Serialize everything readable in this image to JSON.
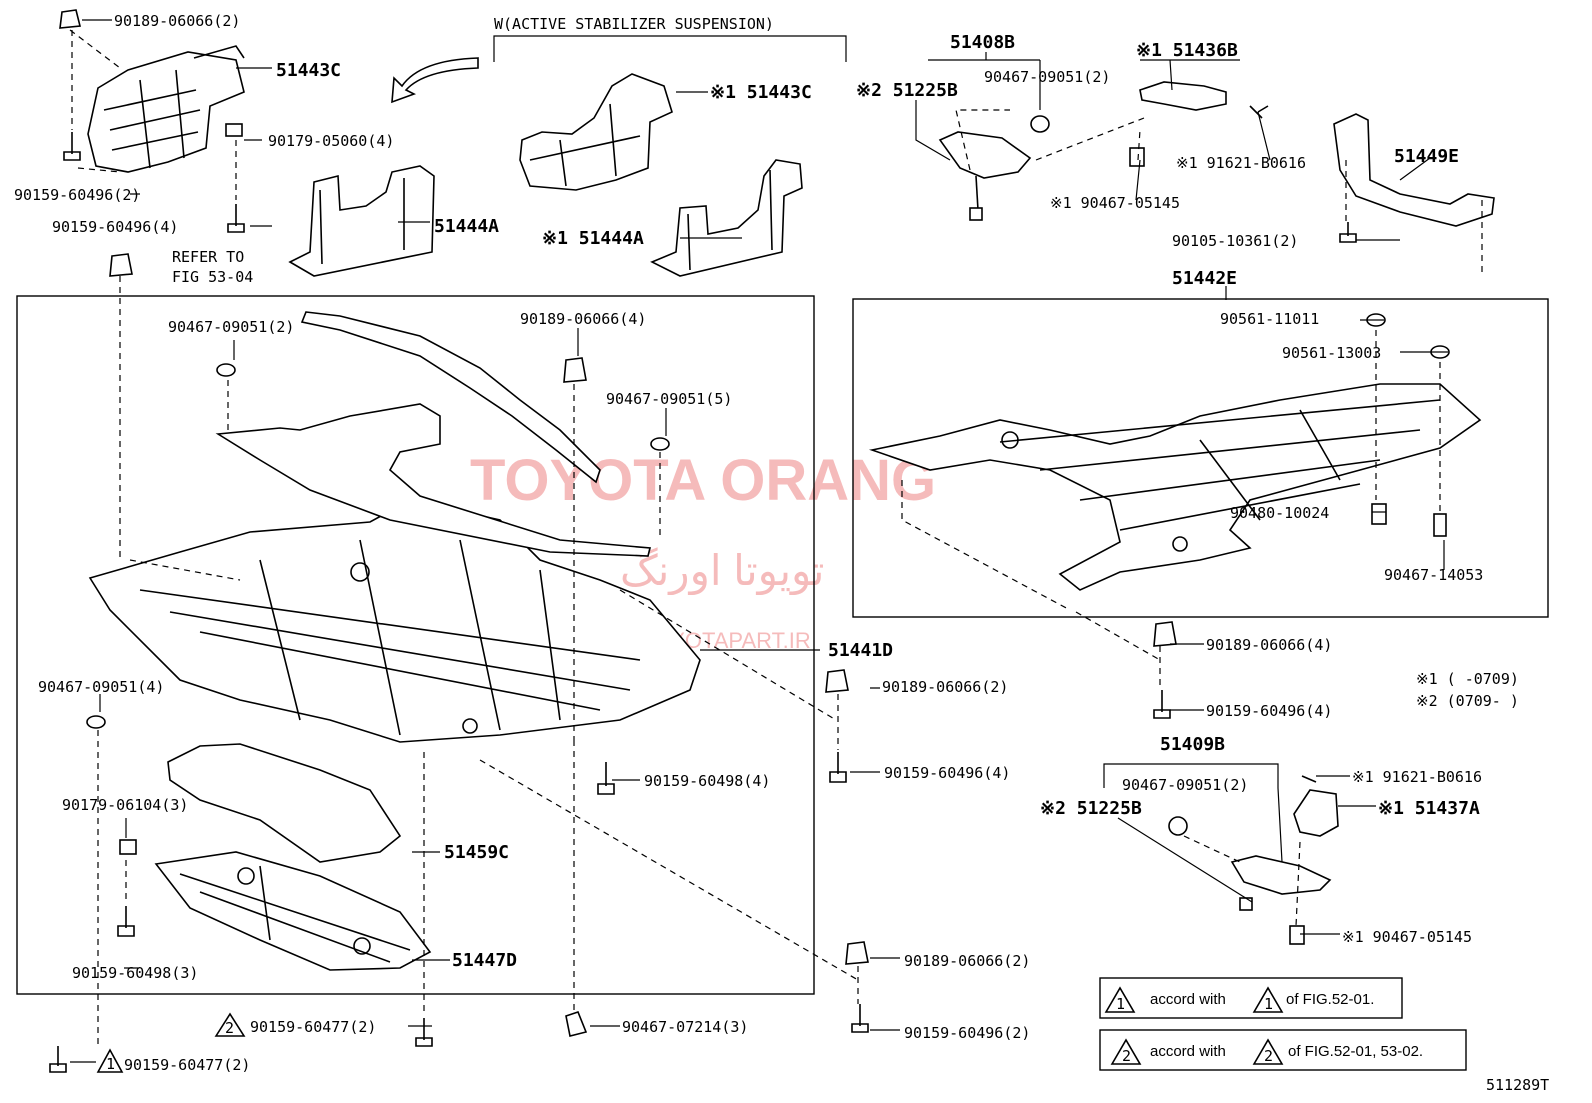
{
  "watermark": {
    "main": "TOYOTA ORANG",
    "persian": "تویوتا اورنگ",
    "site": "TOYOTAPART.IR",
    "color": "#f2a0a0"
  },
  "header": {
    "variant_note": "W(ACTIVE STABILIZER SUSPENSION)"
  },
  "refer": {
    "line1": "REFER TO",
    "line2": "FIG 53-04"
  },
  "labels": {
    "l_90189_06066_2_top": "90189-06066(2)",
    "l_51443C": "51443C",
    "l_90179_05060": "90179-05060(4)",
    "l_90159_60496_2": "90159-60496(2)",
    "l_90159_60496_4a": "90159-60496(4)",
    "l_51444A": "51444A",
    "l_x1_51443C": "※1 51443C",
    "l_x1_51444A": "※1 51444A",
    "l_51408B": "51408B",
    "l_x2_51225B_top": "※2 51225B",
    "l_90467_09051_2_top": "90467-09051(2)",
    "l_x1_51436B": "※1 51436B",
    "l_x1_91621_top": "※1 91621-B0616",
    "l_x1_90467_05145_top": "※1 90467-05145",
    "l_51449E": "51449E",
    "l_90105_10361": "90105-10361(2)",
    "l_51442E": "51442E",
    "l_90561_11011": "90561-11011",
    "l_90561_13003": "90561-13003",
    "l_90480_10024": "90480-10024",
    "l_90467_14053": "90467-14053",
    "l_90467_09051_2_left": "90467-09051(2)",
    "l_90189_06066_4_mid": "90189-06066(4)",
    "l_90467_09051_5": "90467-09051(5)",
    "l_51441D": "51441D",
    "l_90467_09051_4": "90467-09051(4)",
    "l_90159_60498_4": "90159-60498(4)",
    "l_90179_06104": "90179-06104(3)",
    "l_51459C": "51459C",
    "l_90159_60498_3": "90159-60498(3)",
    "l_51447D": "51447D",
    "l_90159_60477_2_mid": "90159-60477(2)",
    "l_90467_07214": "90467-07214(3)",
    "l_90159_60477_2_bottom": "90159-60477(2)",
    "l_90189_06066_2_r1": "90189-06066(2)",
    "l_90159_60496_4_r1": "90159-60496(4)",
    "l_90189_06066_2_r2": "90189-06066(2)",
    "l_90159_60496_2_r2": "90159-60496(2)",
    "l_90189_06066_4_right": "90189-06066(4)",
    "l_90159_60496_4_right": "90159-60496(4)",
    "l_51409B": "51409B",
    "l_90467_09051_2_bot": "90467-09051(2)",
    "l_x2_51225B_bot": "※2 51225B",
    "l_x1_91621_bot": "※1 91621-B0616",
    "l_x1_51437A": "※1 51437A",
    "l_x1_90467_05145_bot": "※1 90467-05145"
  },
  "legend": {
    "x1": "※1 (      -0709)",
    "x2": "※2 (0709-      )"
  },
  "triangle_marks": {
    "one": "1",
    "two": "2"
  },
  "notes": {
    "note1_mid": "accord with",
    "note1_end": "of FIG.52-01.",
    "note2_mid": "accord with",
    "note2_end": "of FIG.52-01, 53-02."
  },
  "figure_id": "511289T"
}
